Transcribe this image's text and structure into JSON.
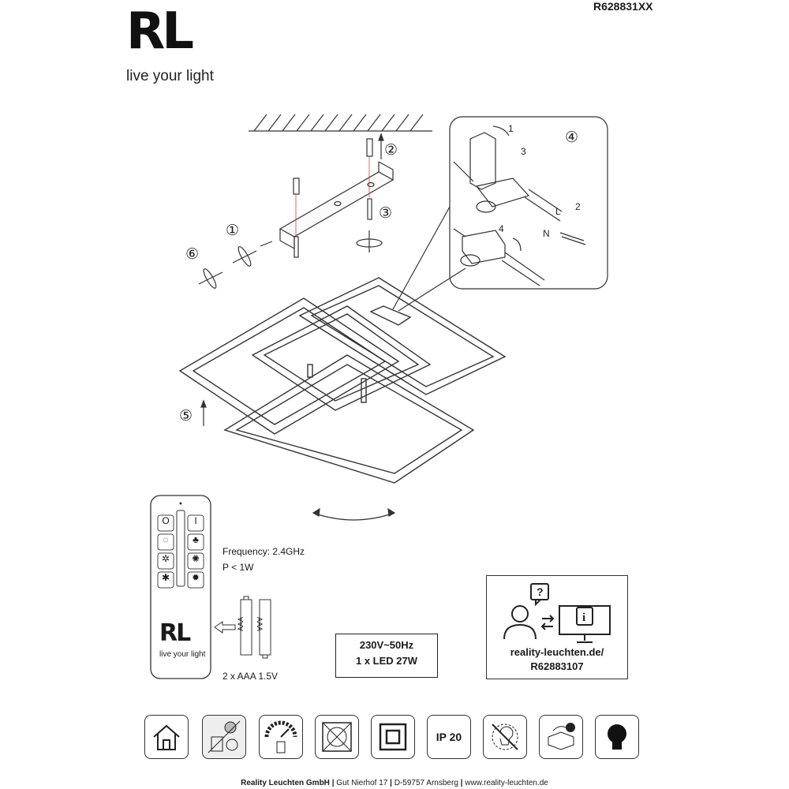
{
  "header": {
    "logo_text": "RL",
    "tagline": "live your light",
    "model_number": "R628831XX"
  },
  "diagram": {
    "steps": [
      "①",
      "②",
      "③",
      "④",
      "⑤",
      "⑥"
    ],
    "wiring_steps": [
      "1",
      "2",
      "3",
      "4"
    ],
    "wire_labels": {
      "live": "L",
      "neutral": "N"
    }
  },
  "remote": {
    "frequency": "Frequency: 2.4GHz",
    "power": "P < 1W",
    "batteries": "2 x AAA 1.5V",
    "battery_label": "AAA",
    "logo_text": "RL",
    "tagline": "live your light",
    "buttons": [
      {
        "icon": "power-off-icon",
        "glyph": "O"
      },
      {
        "icon": "power-on-icon",
        "glyph": "I"
      },
      {
        "icon": "timer-icon",
        "glyph": "◌"
      },
      {
        "icon": "tree-icon",
        "glyph": "♣"
      },
      {
        "icon": "dim-down-icon",
        "glyph": "✲"
      },
      {
        "icon": "dim-up-icon",
        "glyph": "✺"
      },
      {
        "icon": "warm-icon",
        "glyph": "✱"
      },
      {
        "icon": "cool-icon",
        "glyph": "✹"
      }
    ]
  },
  "specs": {
    "voltage": "230V~50Hz",
    "led": "1 x LED 27W"
  },
  "help": {
    "url_line1": "reality-leuchten.de/",
    "url_line2": "R62883107"
  },
  "bottom_icons": [
    {
      "name": "indoor-use-icon"
    },
    {
      "name": "light-fitting-icon"
    },
    {
      "name": "dimmer-icon"
    },
    {
      "name": "not-for-insulation-icon"
    },
    {
      "name": "protection-class-icon"
    },
    {
      "name": "ip-rating-icon",
      "label": "IP 20"
    },
    {
      "name": "no-bulb-change-icon"
    },
    {
      "name": "driver-icon"
    },
    {
      "name": "led-bulb-icon"
    }
  ],
  "footer": {
    "company": "Reality Leuchten GmbH",
    "sep1": "|",
    "address": "Gut Nierhof 17",
    "sep2": "|",
    "city": "D-59757 Arnsberg",
    "sep3": "|",
    "website": "www.reality-leuchten.de"
  }
}
